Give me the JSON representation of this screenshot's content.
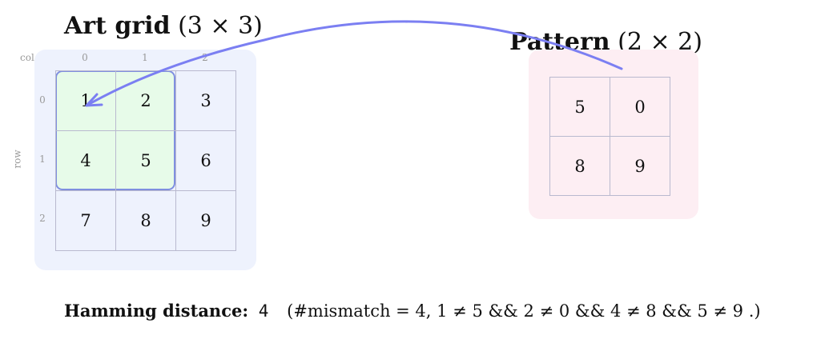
{
  "art": {
    "title_bold": "Art grid",
    "title_dims": "(3 × 3)",
    "col_title": "col",
    "row_title": "row",
    "col_labels": [
      "0",
      "1",
      "2"
    ],
    "row_labels": [
      "0",
      "1",
      "2"
    ],
    "cells": [
      [
        "1",
        "2",
        "3"
      ],
      [
        "4",
        "5",
        "6"
      ],
      [
        "7",
        "8",
        "9"
      ]
    ]
  },
  "pattern": {
    "title_bold": "Pattern",
    "title_dims": "(2 × 2)",
    "cells": [
      [
        "5",
        "0"
      ],
      [
        "8",
        "9"
      ]
    ]
  },
  "colors": {
    "art_panel": "#eef2fd",
    "pattern_panel": "#fdeef3",
    "highlight_fill": "#e7fbe9",
    "accent": "#7f8fe0",
    "arrow": "#7b7ff2"
  },
  "result": {
    "label": "Hamming distance:",
    "value": "4",
    "detail": "(#mismatch = 4, 1 ≠ 5 && 2 ≠ 0 && 4 ≠ 8 && 5 ≠ 9 .)"
  }
}
